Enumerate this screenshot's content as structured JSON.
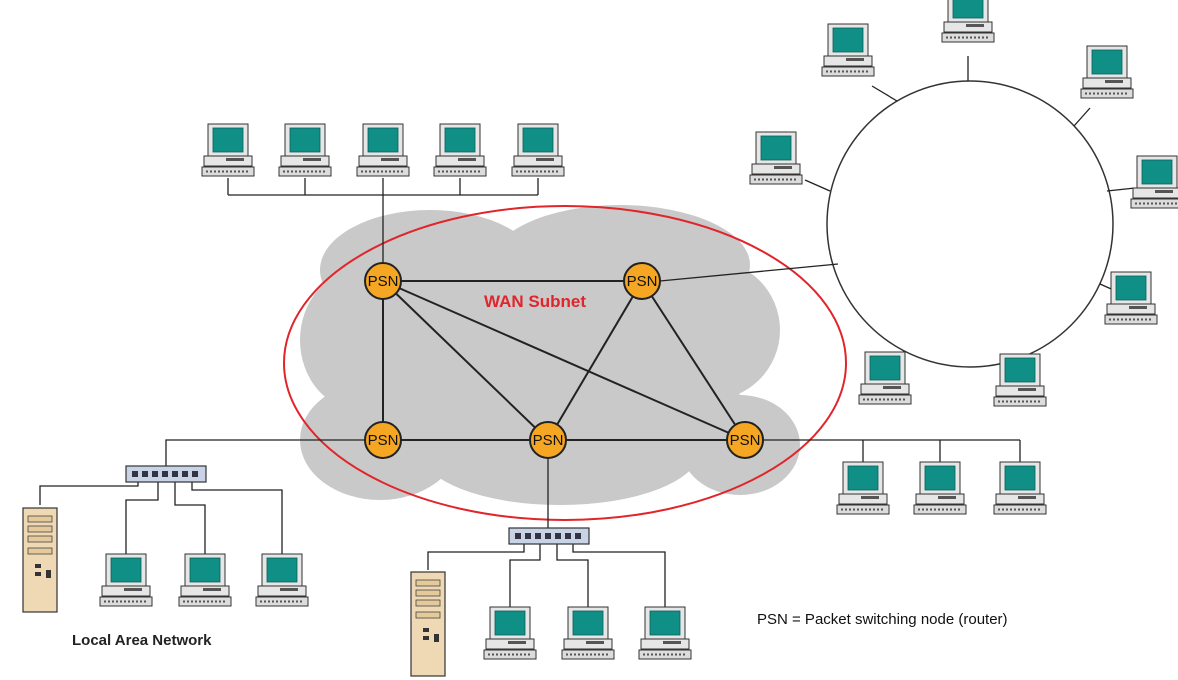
{
  "wan": {
    "label": "WAN Subnet"
  },
  "psn": {
    "label": "PSN",
    "nodes": [
      {
        "id": "psn-top-left",
        "label": "PSN"
      },
      {
        "id": "psn-top-right",
        "label": "PSN"
      },
      {
        "id": "psn-bottom-left",
        "label": "PSN"
      },
      {
        "id": "psn-bottom-center",
        "label": "PSN"
      },
      {
        "id": "psn-bottom-right",
        "label": "PSN"
      }
    ]
  },
  "lan": {
    "label": "Local Area Network"
  },
  "legend": {
    "text": "PSN = Packet switching node (router)"
  },
  "colors": {
    "cloud": "#c9c9c9",
    "wan_ellipse": "#e0252b",
    "psn_fill": "#f5a623",
    "screen": "#0f8f86",
    "monitor_body": "#e8e8e8",
    "server_body": "#efd9b4"
  }
}
